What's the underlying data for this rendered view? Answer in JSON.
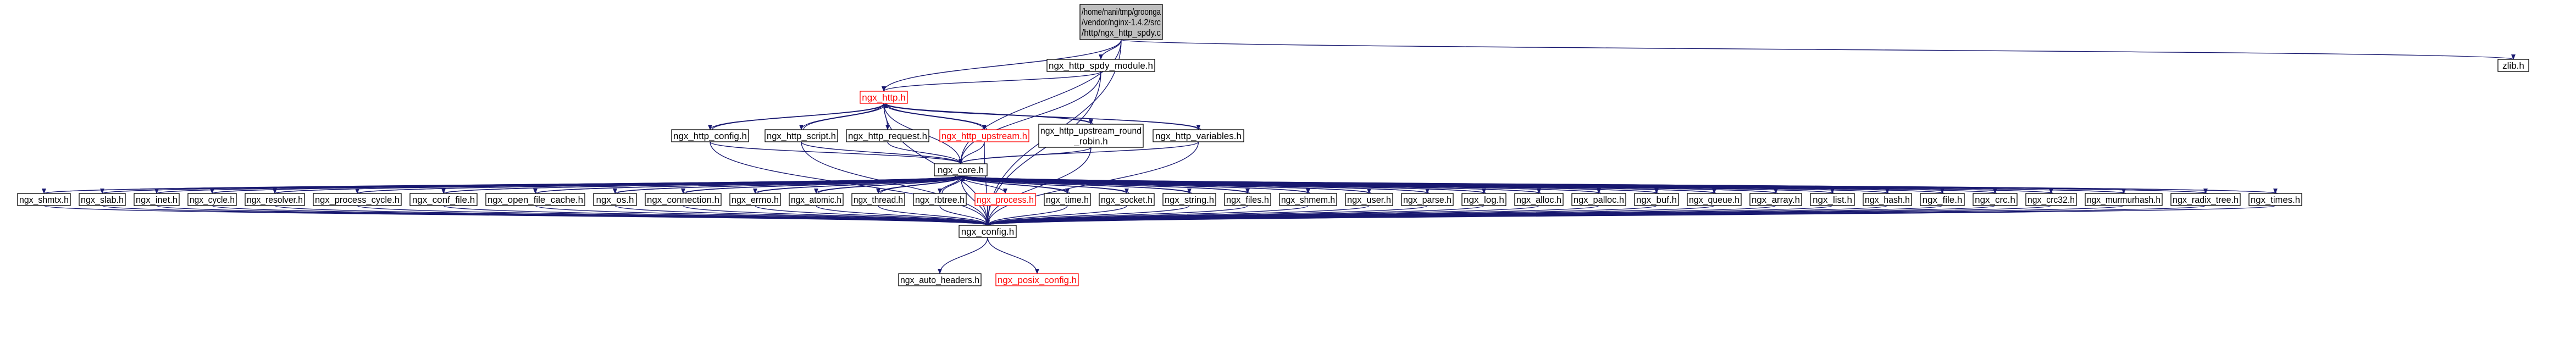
{
  "nodes": [
    {
      "id": "root",
      "lines": [
        "/home/nani/tmp/groonga",
        "/vendor/nginx-1.4.2/src",
        "/http/ngx_http_spdy.c"
      ]
    },
    {
      "id": "zlib",
      "lines": [
        "zlib.h"
      ]
    },
    {
      "id": "spdy_module",
      "lines": [
        "ngx_http_spdy_module.h"
      ]
    },
    {
      "id": "http",
      "lines": [
        "ngx_http.h"
      ]
    },
    {
      "id": "http_config",
      "lines": [
        "ngx_http_config.h"
      ]
    },
    {
      "id": "http_script",
      "lines": [
        "ngx_http_script.h"
      ]
    },
    {
      "id": "http_request",
      "lines": [
        "ngx_http_request.h"
      ]
    },
    {
      "id": "http_upstream",
      "lines": [
        "ngx_http_upstream.h"
      ]
    },
    {
      "id": "upstream_round",
      "lines": [
        "ngx_http_upstream_round",
        "_robin.h"
      ]
    },
    {
      "id": "http_variables",
      "lines": [
        "ngx_http_variables.h"
      ]
    },
    {
      "id": "core",
      "lines": [
        "ngx_core.h"
      ]
    },
    {
      "id": "shmtx",
      "lines": [
        "ngx_shmtx.h"
      ]
    },
    {
      "id": "slab",
      "lines": [
        "ngx_slab.h"
      ]
    },
    {
      "id": "inet",
      "lines": [
        "ngx_inet.h"
      ]
    },
    {
      "id": "cycle",
      "lines": [
        "ngx_cycle.h"
      ]
    },
    {
      "id": "resolver",
      "lines": [
        "ngx_resolver.h"
      ]
    },
    {
      "id": "process_cycle",
      "lines": [
        "ngx_process_cycle.h"
      ]
    },
    {
      "id": "conf_file",
      "lines": [
        "ngx_conf_file.h"
      ]
    },
    {
      "id": "open_file_cache",
      "lines": [
        "ngx_open_file_cache.h"
      ]
    },
    {
      "id": "os",
      "lines": [
        "ngx_os.h"
      ]
    },
    {
      "id": "connection",
      "lines": [
        "ngx_connection.h"
      ]
    },
    {
      "id": "errno",
      "lines": [
        "ngx_errno.h"
      ]
    },
    {
      "id": "atomic",
      "lines": [
        "ngx_atomic.h"
      ]
    },
    {
      "id": "thread",
      "lines": [
        "ngx_thread.h"
      ]
    },
    {
      "id": "rbtree",
      "lines": [
        "ngx_rbtree.h"
      ]
    },
    {
      "id": "process",
      "lines": [
        "ngx_process.h"
      ]
    },
    {
      "id": "time",
      "lines": [
        "ngx_time.h"
      ]
    },
    {
      "id": "socket",
      "lines": [
        "ngx_socket.h"
      ]
    },
    {
      "id": "string",
      "lines": [
        "ngx_string.h"
      ]
    },
    {
      "id": "files",
      "lines": [
        "ngx_files.h"
      ]
    },
    {
      "id": "shmem",
      "lines": [
        "ngx_shmem.h"
      ]
    },
    {
      "id": "user",
      "lines": [
        "ngx_user.h"
      ]
    },
    {
      "id": "parse",
      "lines": [
        "ngx_parse.h"
      ]
    },
    {
      "id": "log",
      "lines": [
        "ngx_log.h"
      ]
    },
    {
      "id": "alloc",
      "lines": [
        "ngx_alloc.h"
      ]
    },
    {
      "id": "palloc",
      "lines": [
        "ngx_palloc.h"
      ]
    },
    {
      "id": "buf",
      "lines": [
        "ngx_buf.h"
      ]
    },
    {
      "id": "queue",
      "lines": [
        "ngx_queue.h"
      ]
    },
    {
      "id": "array",
      "lines": [
        "ngx_array.h"
      ]
    },
    {
      "id": "list",
      "lines": [
        "ngx_list.h"
      ]
    },
    {
      "id": "hash",
      "lines": [
        "ngx_hash.h"
      ]
    },
    {
      "id": "file",
      "lines": [
        "ngx_file.h"
      ]
    },
    {
      "id": "crc",
      "lines": [
        "ngx_crc.h"
      ]
    },
    {
      "id": "crc32",
      "lines": [
        "ngx_crc32.h"
      ]
    },
    {
      "id": "murmurhash",
      "lines": [
        "ngx_murmurhash.h"
      ]
    },
    {
      "id": "radix_tree",
      "lines": [
        "ngx_radix_tree.h"
      ]
    },
    {
      "id": "times",
      "lines": [
        "ngx_times.h"
      ]
    },
    {
      "id": "config",
      "lines": [
        "ngx_config.h"
      ]
    },
    {
      "id": "auto_headers",
      "lines": [
        "ngx_auto_headers.h"
      ]
    },
    {
      "id": "posix_config",
      "lines": [
        "ngx_posix_config.h"
      ]
    }
  ],
  "edges": [
    [
      "root",
      "zlib"
    ],
    [
      "root",
      "spdy_module"
    ],
    [
      "root",
      "http"
    ],
    [
      "root",
      "core"
    ],
    [
      "root",
      "config"
    ],
    [
      "spdy_module",
      "http"
    ],
    [
      "spdy_module",
      "core"
    ],
    [
      "spdy_module",
      "config"
    ],
    [
      "http",
      "http_config"
    ],
    [
      "http",
      "http_script"
    ],
    [
      "http",
      "http_request"
    ],
    [
      "http",
      "http_upstream"
    ],
    [
      "http",
      "upstream_round"
    ],
    [
      "http",
      "http_variables"
    ],
    [
      "http",
      "core"
    ],
    [
      "http",
      "config"
    ],
    [
      "http_config",
      "http"
    ],
    [
      "http_config",
      "core"
    ],
    [
      "http_config",
      "config"
    ],
    [
      "http_script",
      "http"
    ],
    [
      "http_script",
      "core"
    ],
    [
      "http_script",
      "config"
    ],
    [
      "http_request",
      "core"
    ],
    [
      "http_upstream",
      "http"
    ],
    [
      "http_upstream",
      "core"
    ],
    [
      "http_upstream",
      "config"
    ],
    [
      "upstream_round",
      "http"
    ],
    [
      "upstream_round",
      "core"
    ],
    [
      "upstream_round",
      "config"
    ],
    [
      "http_variables",
      "http"
    ],
    [
      "http_variables",
      "core"
    ],
    [
      "http_variables",
      "config"
    ],
    [
      "core",
      "shmtx"
    ],
    [
      "core",
      "slab"
    ],
    [
      "core",
      "inet"
    ],
    [
      "core",
      "cycle"
    ],
    [
      "core",
      "resolver"
    ],
    [
      "core",
      "process_cycle"
    ],
    [
      "core",
      "conf_file"
    ],
    [
      "core",
      "open_file_cache"
    ],
    [
      "core",
      "os"
    ],
    [
      "core",
      "connection"
    ],
    [
      "core",
      "errno"
    ],
    [
      "core",
      "atomic"
    ],
    [
      "core",
      "thread"
    ],
    [
      "core",
      "rbtree"
    ],
    [
      "core",
      "process"
    ],
    [
      "core",
      "time"
    ],
    [
      "core",
      "socket"
    ],
    [
      "core",
      "string"
    ],
    [
      "core",
      "files"
    ],
    [
      "core",
      "shmem"
    ],
    [
      "core",
      "user"
    ],
    [
      "core",
      "parse"
    ],
    [
      "core",
      "log"
    ],
    [
      "core",
      "alloc"
    ],
    [
      "core",
      "palloc"
    ],
    [
      "core",
      "buf"
    ],
    [
      "core",
      "queue"
    ],
    [
      "core",
      "array"
    ],
    [
      "core",
      "list"
    ],
    [
      "core",
      "hash"
    ],
    [
      "core",
      "file"
    ],
    [
      "core",
      "crc"
    ],
    [
      "core",
      "crc32"
    ],
    [
      "core",
      "murmurhash"
    ],
    [
      "core",
      "radix_tree"
    ],
    [
      "core",
      "times"
    ],
    [
      "core",
      "config"
    ],
    [
      "shmtx",
      "core"
    ],
    [
      "shmtx",
      "config"
    ],
    [
      "slab",
      "core"
    ],
    [
      "slab",
      "config"
    ],
    [
      "inet",
      "core"
    ],
    [
      "inet",
      "config"
    ],
    [
      "cycle",
      "core"
    ],
    [
      "cycle",
      "config"
    ],
    [
      "resolver",
      "core"
    ],
    [
      "resolver",
      "config"
    ],
    [
      "process_cycle",
      "core"
    ],
    [
      "process_cycle",
      "config"
    ],
    [
      "conf_file",
      "core"
    ],
    [
      "conf_file",
      "config"
    ],
    [
      "open_file_cache",
      "core"
    ],
    [
      "open_file_cache",
      "config"
    ],
    [
      "os",
      "core"
    ],
    [
      "os",
      "config"
    ],
    [
      "connection",
      "core"
    ],
    [
      "connection",
      "config"
    ],
    [
      "errno",
      "core"
    ],
    [
      "errno",
      "config"
    ],
    [
      "atomic",
      "core"
    ],
    [
      "atomic",
      "config"
    ],
    [
      "thread",
      "core"
    ],
    [
      "thread",
      "config"
    ],
    [
      "rbtree",
      "core"
    ],
    [
      "rbtree",
      "config"
    ],
    [
      "time",
      "core"
    ],
    [
      "time",
      "config"
    ],
    [
      "socket",
      "core"
    ],
    [
      "socket",
      "config"
    ],
    [
      "string",
      "core"
    ],
    [
      "string",
      "config"
    ],
    [
      "files",
      "core"
    ],
    [
      "files",
      "config"
    ],
    [
      "shmem",
      "core"
    ],
    [
      "shmem",
      "config"
    ],
    [
      "user",
      "core"
    ],
    [
      "user",
      "config"
    ],
    [
      "parse",
      "core"
    ],
    [
      "parse",
      "config"
    ],
    [
      "log",
      "core"
    ],
    [
      "log",
      "config"
    ],
    [
      "alloc",
      "core"
    ],
    [
      "alloc",
      "config"
    ],
    [
      "palloc",
      "core"
    ],
    [
      "palloc",
      "config"
    ],
    [
      "buf",
      "core"
    ],
    [
      "buf",
      "config"
    ],
    [
      "queue",
      "core"
    ],
    [
      "queue",
      "config"
    ],
    [
      "array",
      "core"
    ],
    [
      "array",
      "config"
    ],
    [
      "list",
      "core"
    ],
    [
      "list",
      "config"
    ],
    [
      "hash",
      "core"
    ],
    [
      "hash",
      "config"
    ],
    [
      "file",
      "core"
    ],
    [
      "file",
      "config"
    ],
    [
      "crc",
      "core"
    ],
    [
      "crc",
      "config"
    ],
    [
      "crc32",
      "core"
    ],
    [
      "crc32",
      "config"
    ],
    [
      "murmurhash",
      "core"
    ],
    [
      "murmurhash",
      "config"
    ],
    [
      "radix_tree",
      "core"
    ],
    [
      "radix_tree",
      "config"
    ],
    [
      "times",
      "core"
    ],
    [
      "times",
      "config"
    ],
    [
      "config",
      "auto_headers"
    ],
    [
      "config",
      "posix_config"
    ]
  ]
}
